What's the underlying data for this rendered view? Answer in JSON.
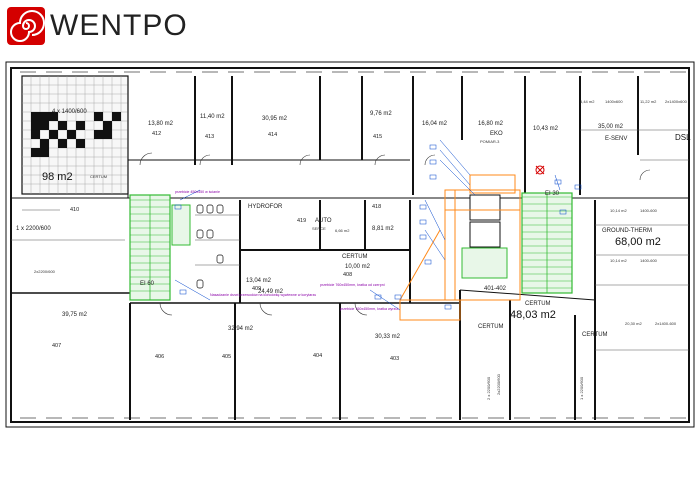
{
  "logo": {
    "text": "WENTPO"
  },
  "plan": {
    "colors": {
      "wall": "#111111",
      "thin": "#444444",
      "green": "#33bb33",
      "greenFill": "#e8f7e8",
      "orange": "#ff8a1a",
      "purple": "#8a00a8",
      "blue": "#0044cc",
      "red": "#d60000"
    },
    "top_rooms": [
      {
        "area": "13,80 m2",
        "num": "412"
      },
      {
        "area": "11,40 m2",
        "num": "413"
      },
      {
        "area": "30,95 m2",
        "num": "414"
      },
      {
        "area": "9,76 m2",
        "num": "415"
      },
      {
        "area": "16,04 m2",
        "num": ""
      },
      {
        "area": "16,80 m2",
        "num": ""
      },
      {
        "area": "10,43 m2",
        "num": ""
      },
      {
        "area": "35,00 m2",
        "num": ""
      }
    ],
    "top_small": {
      "area": "5,44 m2",
      "dim": "1400x600",
      "area2": "11,22 m2",
      "dim2": "2x1400x600"
    },
    "grid_room": {
      "label": "4 x 1400/600",
      "area": "98 m2",
      "extra": "CERTUM"
    },
    "left_side": {
      "duct": "1 x 2200/600",
      "num": "410",
      "dim": "2x2200/600"
    },
    "eko": {
      "name": "EKO",
      "sub": "POMIAR-3"
    },
    "esenv": "E-SENV",
    "dsl": "DSL",
    "hydrofor": "HYDROFOR",
    "auto": {
      "name": "AUTO",
      "sub": "SERCE",
      "num": "419",
      "area": "6,66 m2"
    },
    "r418": {
      "num": "418",
      "area": "8,81 m2"
    },
    "certum_mid": {
      "name": "CERTUM",
      "area": "10,00 m2",
      "num": "408"
    },
    "r409": {
      "area": "13,04 m2",
      "num": "409"
    },
    "ground_therm": {
      "name": "GROUND-THERM",
      "area": "68,00 m2"
    },
    "right_col": [
      {
        "area": "10,14 m2",
        "dim": "1400-600"
      },
      {
        "area": "10,14 m2",
        "dim": "1400-600"
      },
      {
        "area": "20,30 m2",
        "dim": "2x1400-600"
      }
    ],
    "el60": "EI 60",
    "el30": "EI 30",
    "r401": "401-402",
    "certum_big": {
      "name": "CERTUM",
      "area": "48,03 m2"
    },
    "certum_small1": "CERTUM",
    "certum_small2": "CERTUM",
    "vert_dims": [
      "2 x 2200/600",
      "2x2200/600",
      "1 x 2200/600"
    ],
    "bottom_rooms": [
      {
        "area": "39,75 m2",
        "num": "407"
      },
      {
        "area": "",
        "num": "406"
      },
      {
        "area": "32,94 m2",
        "num": "405"
      },
      {
        "area": "",
        "num": "404"
      },
      {
        "area": "24,49 m2",
        "num": ""
      },
      {
        "area": "30,33 m2",
        "num": "403"
      }
    ],
    "notes": [
      "przebicie 450x450 w ścianie",
      "przebicie 760x450mm, kratka od czerpni",
      "przebicie 760x450mm, kratka wyrzut",
      "Nasadzanie drzwi przewodów na końcówkę wywiewne w korytarzu"
    ]
  }
}
